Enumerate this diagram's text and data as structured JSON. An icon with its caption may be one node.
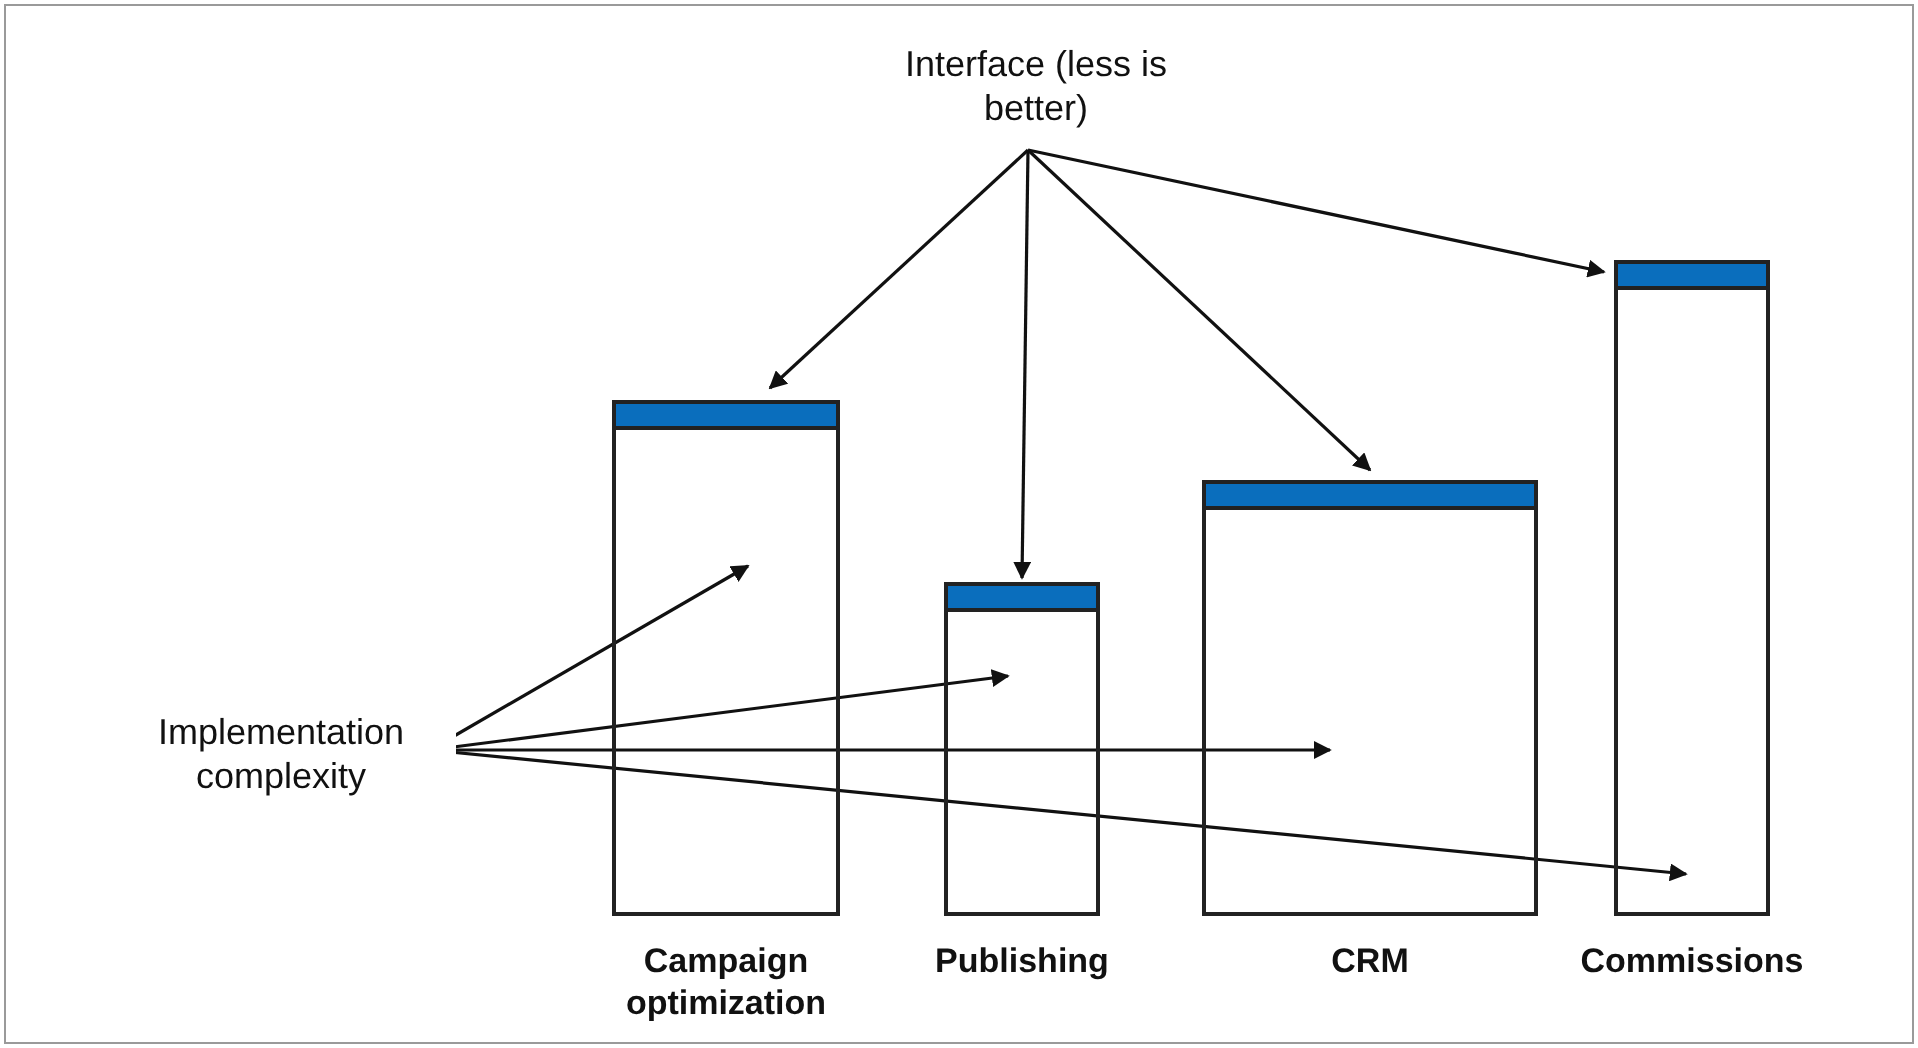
{
  "diagram": {
    "nodes": [
      {
        "text": [
          "Interface (less is better)"
        ]
      },
      {
        "text": [
          "Implementation complexity"
        ]
      },
      {
        "text": [
          "Campaign optimization"
        ]
      },
      {
        "text": [],
        "shape": "bar",
        "in": 2
      },
      {
        "text": [
          "Publishing"
        ]
      },
      {
        "text": [],
        "shape": "bar",
        "in": 4
      },
      {
        "text": [
          "CRM"
        ]
      },
      {
        "text": [],
        "shape": "bar",
        "in": 6
      },
      {
        "text": [
          "Commissions"
        ]
      },
      {
        "text": [],
        "shape": "bar",
        "in": 8
      }
    ],
    "edges": [
      {
        "from": 0,
        "to": 3,
        "arrow": "to"
      },
      {
        "from": 0,
        "to": 5,
        "arrow": "to"
      },
      {
        "from": 0,
        "to": 7,
        "arrow": "to"
      },
      {
        "from": 0,
        "to": 9,
        "arrow": "to"
      },
      {
        "from": 1,
        "to": 2,
        "arrow": "to"
      },
      {
        "from": 1,
        "to": 4,
        "arrow": "to"
      },
      {
        "from": 1,
        "to": 6,
        "arrow": "to"
      },
      {
        "from": 1,
        "to": 8,
        "arrow": "to"
      }
    ]
  }
}
